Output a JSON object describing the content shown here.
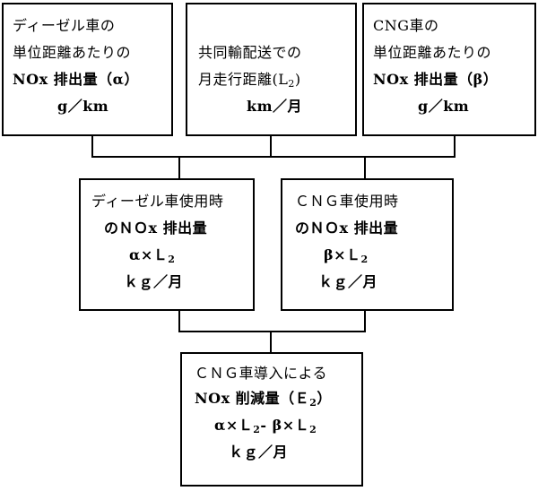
{
  "boxes": {
    "diesel_unit": {
      "line1": "ディーゼル車の",
      "line2": "単位距離あたりの",
      "line3": "NOx 排出量（α）",
      "line4": "g／km"
    },
    "joint_distance": {
      "line1": "共同輸配送での",
      "line2_main": "月走行距離(L",
      "line2_sub": "2",
      "line2_end": ")",
      "line3": "km／月"
    },
    "cng_unit": {
      "line1": "CNG車の",
      "line2": "単位距離あたりの",
      "line3": "NOx 排出量（β）",
      "line4": "g／km"
    },
    "diesel_use": {
      "line1": "ディーゼル車使用時",
      "line2": "のＮＯx 排出量",
      "line3_main": "α×Ｌ",
      "line3_sub": "2",
      "line4": "ｋｇ／月"
    },
    "cng_use": {
      "line1": "ＣＮＧ車使用時",
      "line2": "のＮＯx 排出量",
      "line3_main": "β×Ｌ",
      "line3_sub": "2",
      "line4": "ｋｇ／月"
    },
    "reduction": {
      "line1": "ＣＮＧ車導入による",
      "line2": "NOx 削減量（Ｅ",
      "line2_sub": "2",
      "line2_end": "）",
      "line3_a": "α×Ｌ",
      "line3_sub1": "2",
      "line3_b": "- β×Ｌ",
      "line3_sub2": "2",
      "line4": "ｋｇ／月"
    }
  }
}
